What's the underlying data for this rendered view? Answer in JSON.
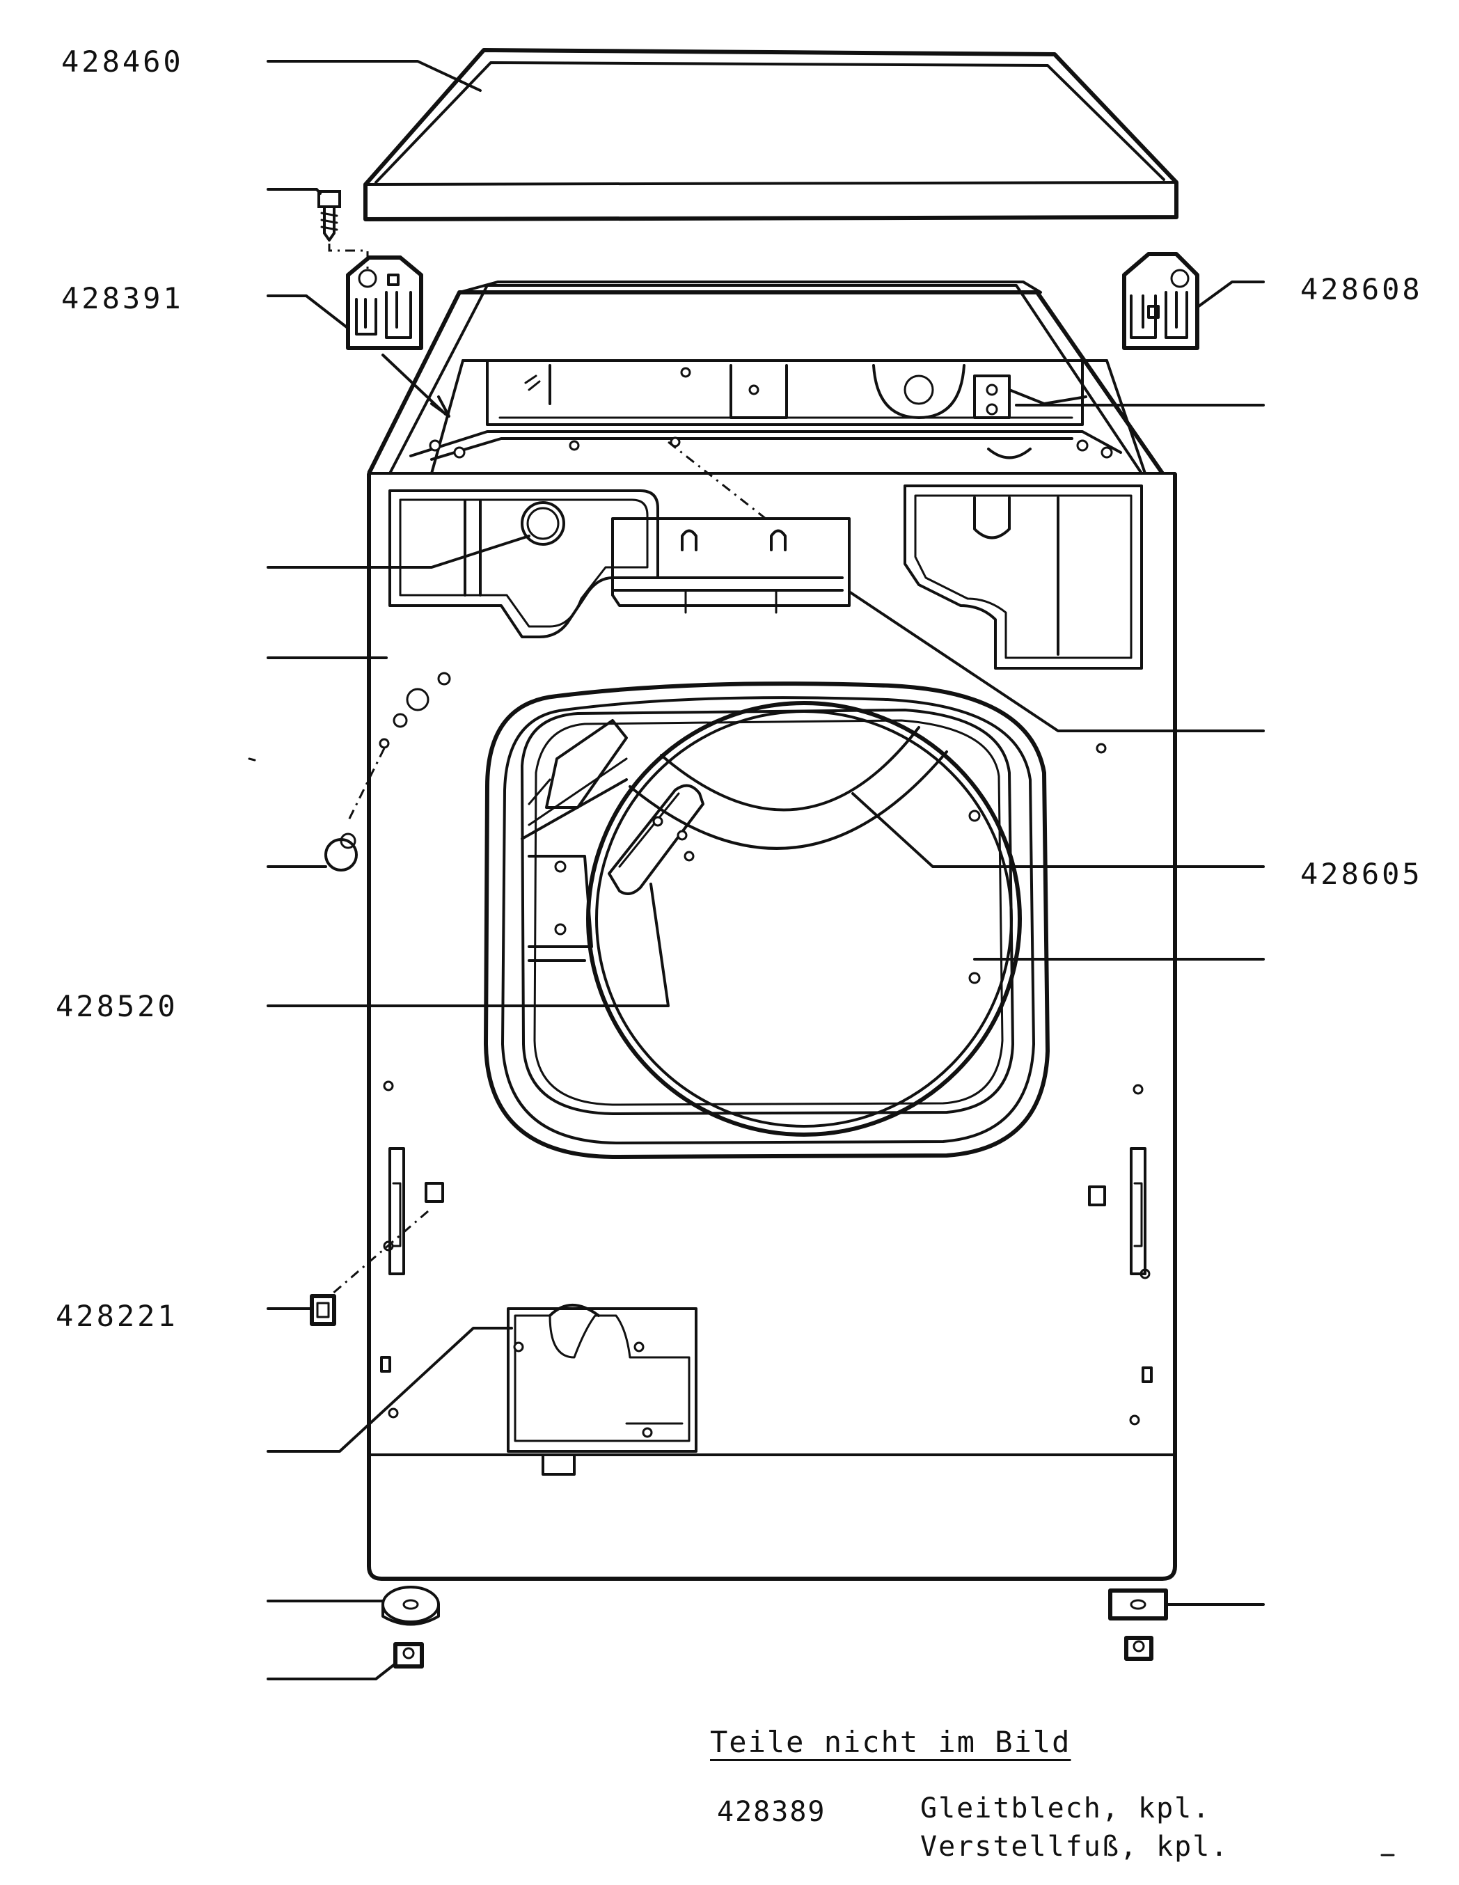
{
  "callouts": {
    "top_cover": "428460",
    "hinge_left": "428391",
    "hinge_right": "428608",
    "drum_back": "428605",
    "door_frame": "428520",
    "clip": "428221"
  },
  "legend": {
    "title": "Teile nicht im Bild",
    "items": [
      {
        "part_no": "428389",
        "description": "Gleitblech, kpl."
      },
      {
        "part_no": "",
        "description": "Verstellfuß, kpl."
      }
    ]
  }
}
